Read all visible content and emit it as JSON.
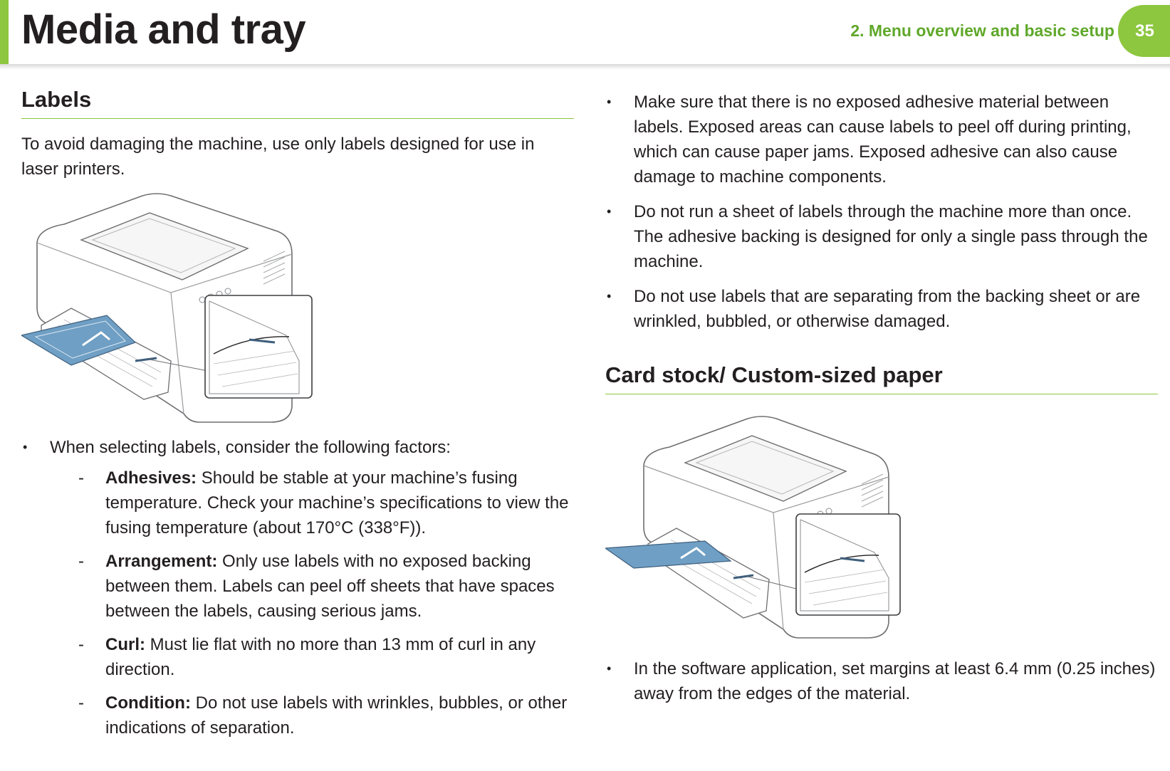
{
  "header": {
    "title": "Media and tray",
    "chapter": "2.  Menu overview and basic setup",
    "page_number": "35"
  },
  "labels_section": {
    "heading": "Labels",
    "intro": "To avoid damaging the machine, use only labels designed for use in laser printers.",
    "factors_intro": "When selecting labels, consider the following factors:",
    "factors": [
      {
        "term": "Adhesives:",
        "text": "Should be stable at your machine’s fusing temperature. Check your machine’s specifications to view the fusing temperature (about 170°C (338°F))."
      },
      {
        "term": "Arrangement:",
        "text": "Only use labels with no exposed backing between them. Labels can peel off sheets that have spaces between the labels, causing serious jams."
      },
      {
        "term": "Curl:",
        "text": "Must lie flat with no more than 13 mm of curl in any direction."
      },
      {
        "term": "Condition:",
        "text": "Do not use labels with wrinkles, bubbles, or other indications of separation."
      }
    ],
    "more_bullets": [
      "Make sure that there is no exposed adhesive material between labels. Exposed areas can cause labels to peel off during printing, which can cause paper jams. Exposed adhesive can also cause damage to machine components.",
      "Do not run a sheet of labels through the machine more than once. The adhesive backing is designed for only a single pass through the machine.",
      "Do not use labels that are separating from the backing sheet or are wrinkled, bubbled, or otherwise damaged."
    ]
  },
  "cardstock_section": {
    "heading": "Card stock/ Custom-sized paper",
    "bullets": [
      "In the software application, set margins at least 6.4 mm (0.25 inches) away from the edges of the material."
    ]
  },
  "colors": {
    "accent": "#8dc63f",
    "chapter_text": "#5fa82a",
    "paper_blue": "#6f9fc4"
  }
}
